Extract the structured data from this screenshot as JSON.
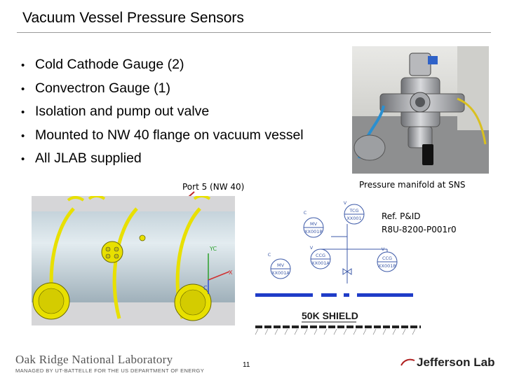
{
  "slide": {
    "title": "Vacuum Vessel Pressure Sensors",
    "bullets": [
      "Cold Cathode Gauge (2)",
      "Convectron Gauge (1)",
      "Isolation and pump out valve",
      "Mounted to NW 40 flange on  vacuum vessel",
      "All JLAB supplied"
    ],
    "bullet_glyph": "•"
  },
  "photo": {
    "caption": "Pressure manifold at SNS"
  },
  "model": {
    "port_label": "Port 5 (NW 40)",
    "axis_yc": "YC",
    "axis_x": "X",
    "axis_c": "C"
  },
  "pid": {
    "ref_line1": "Ref. P&ID",
    "ref_line2": "R8U-8200-P001r0",
    "shield_label": "50K SHIELD",
    "tags": {
      "tcg_name": "TCG",
      "tcg_id": "XX001",
      "mv_top_name": "MV",
      "mv_top_id": "XX001B",
      "mv_bottom_name": "MV",
      "mv_bottom_id": "XX001A",
      "ccg_a_name": "CCG",
      "ccg_a_id": "XX001A",
      "ccg_b_name": "CCG",
      "ccg_b_id": "XX001B",
      "c": "C",
      "v": "V"
    }
  },
  "footer": {
    "org_name": "Oak Ridge National Laboratory",
    "org_sub": "MANAGED BY UT-BATTELLE FOR THE US DEPARTMENT OF ENERGY",
    "page_number": "11",
    "partner": "Jefferson Lab"
  },
  "colors": {
    "yellow": "#e8e000",
    "shield_blue": "#1f3cc8",
    "arrow_red": "#c0282a",
    "pid_line": "#3d5aa8"
  }
}
